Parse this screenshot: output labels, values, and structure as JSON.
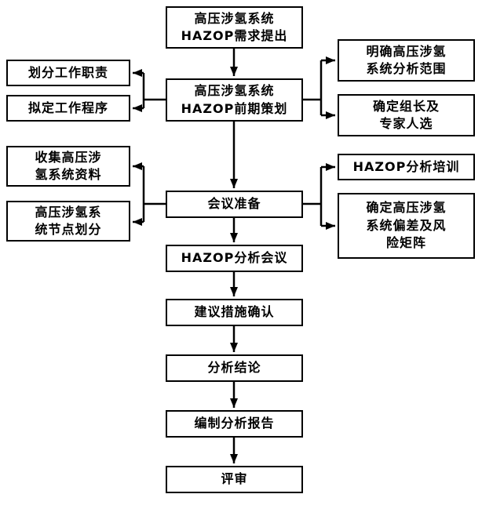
{
  "diagram": {
    "title": "HAZOP flow diagram",
    "colors": {
      "border": "#000000",
      "background": "#ffffff",
      "text": "#000000"
    },
    "center": [
      {
        "id": "hazop-requirement",
        "label": "高压涉氢系统\nHAZOP需求提出"
      },
      {
        "id": "hazop-early-planning",
        "label": "高压涉氢系统\nHAZOP前期策划"
      },
      {
        "id": "meeting-preparation",
        "label": "会议准备"
      },
      {
        "id": "hazop-analysis-meeting",
        "label": "HAZOP分析会议"
      },
      {
        "id": "measures-confirmation",
        "label": "建议措施确认"
      },
      {
        "id": "analysis-conclusion",
        "label": "分析结论"
      },
      {
        "id": "compile-analysis-report",
        "label": "编制分析报告"
      },
      {
        "id": "review",
        "label": "评审"
      }
    ],
    "left": [
      {
        "id": "divide-work-duties",
        "label": "划分工作职责"
      },
      {
        "id": "draft-work-procedure",
        "label": "拟定工作程序"
      },
      {
        "id": "collect-system-data",
        "label": "收集高压涉\n氢系统资料"
      },
      {
        "id": "system-node-division",
        "label": "高压涉氢系\n统节点划分"
      }
    ],
    "right": [
      {
        "id": "define-analysis-scope",
        "label": "明确高压涉氢\n系统分析范围"
      },
      {
        "id": "select-leader-experts",
        "label": "确定组长及\n专家人选"
      },
      {
        "id": "hazop-analysis-training",
        "label": "HAZOP分析培训"
      },
      {
        "id": "deviation-risk-matrix",
        "label": "确定高压涉氢\n系统偏差及风\n险矩阵"
      }
    ]
  }
}
